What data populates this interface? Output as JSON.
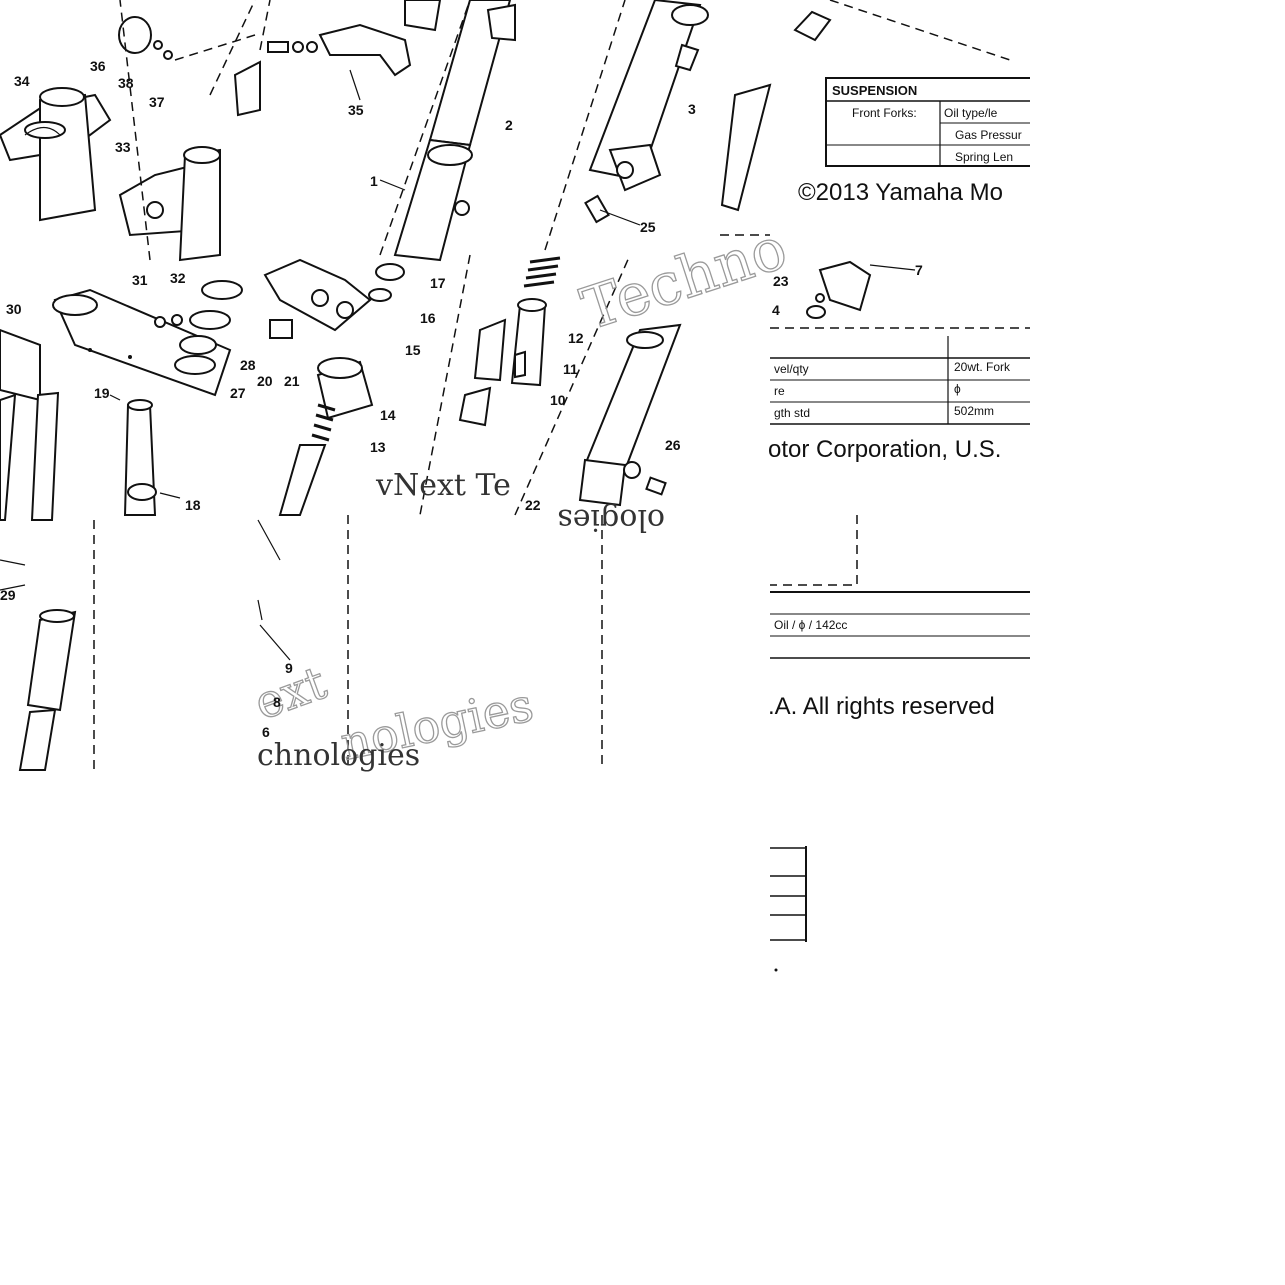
{
  "diagram": {
    "callouts": [
      "36",
      "38",
      "37",
      "34",
      "33",
      "35",
      "1",
      "2",
      "3",
      "25",
      "17",
      "16",
      "15",
      "14",
      "13",
      "31",
      "32",
      "30",
      "19",
      "18",
      "27",
      "28",
      "20",
      "21",
      "12",
      "11",
      "10",
      "22",
      "26",
      "23",
      "4",
      "7",
      "9",
      "8",
      "6",
      "29"
    ],
    "table": {
      "header": "SUSPENSION",
      "row_label": "Front Forks:",
      "param_labels": [
        "Oil type/le",
        "Gas Pressur",
        "Spring Len"
      ],
      "param_labels_cont": [
        "vel/qty",
        "re",
        "gth  std"
      ],
      "values": [
        "20wt. Fork",
        "ϕ",
        "502mm"
      ],
      "value_cont": "Oil / ϕ / 142cc"
    },
    "copyright_parts": [
      "©2013 Yamaha Mo",
      "otor Corporation, U.S.",
      ".A. All rights reserved"
    ],
    "watermark": [
      "Techno",
      "vNext Te",
      "ologies",
      "ext",
      "nologies",
      "chnologies"
    ],
    "colors": {
      "ink": "#111111",
      "watermark": "#9a9a9a",
      "background": "#ffffff"
    }
  }
}
